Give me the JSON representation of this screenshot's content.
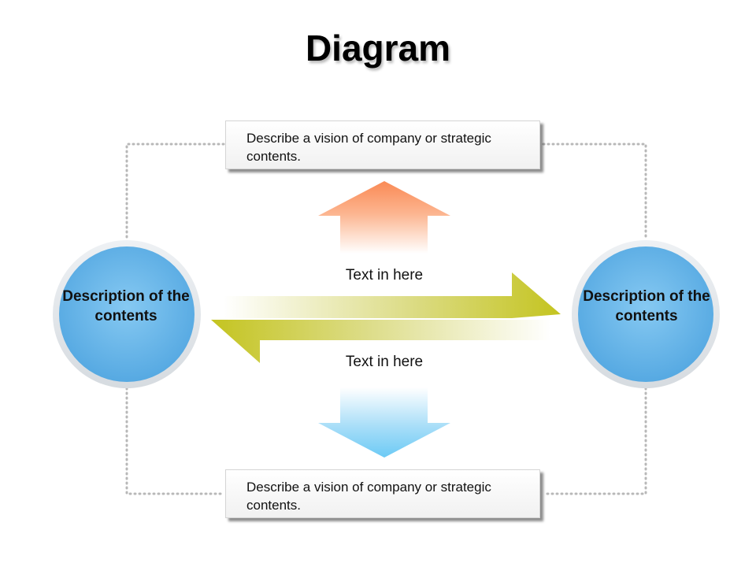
{
  "title": "Diagram",
  "top_box": {
    "text": "Describe a vision of company or strategic contents."
  },
  "bottom_box": {
    "text": "Describe a vision of company or strategic contents."
  },
  "left_circle": {
    "text": "Description of the contents"
  },
  "right_circle": {
    "text": "Description of the contents"
  },
  "arrow_labels": {
    "upper": "Text in here",
    "lower": "Text in here"
  },
  "colors": {
    "circle_fill": "#6db8ea",
    "circle_ring": "#e4e8ec",
    "arrow_up": "#fa8a55",
    "arrow_down": "#6ccaf5",
    "arrow_horizontal": "#c4c420",
    "connector": "#b8b8b8"
  }
}
